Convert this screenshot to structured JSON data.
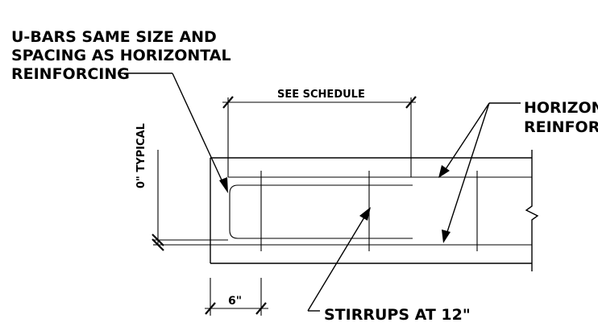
{
  "labels": {
    "ubars_line1": "U-BARS SAME SIZE AND",
    "ubars_line2": "SPACING AS HORIZONTAL",
    "ubars_line3": "REINFORCING",
    "see_schedule": "SEE SCHEDULE",
    "horizontal_line1": "HORIZONTAL",
    "horizontal_line2": "REINFORCING",
    "typical_dim": "0\" TYPICAL",
    "six_inch": "6\"",
    "stirrups": "STIRRUPS AT 12\""
  },
  "colors": {
    "ink": "#000000",
    "paper": "#ffffff"
  }
}
